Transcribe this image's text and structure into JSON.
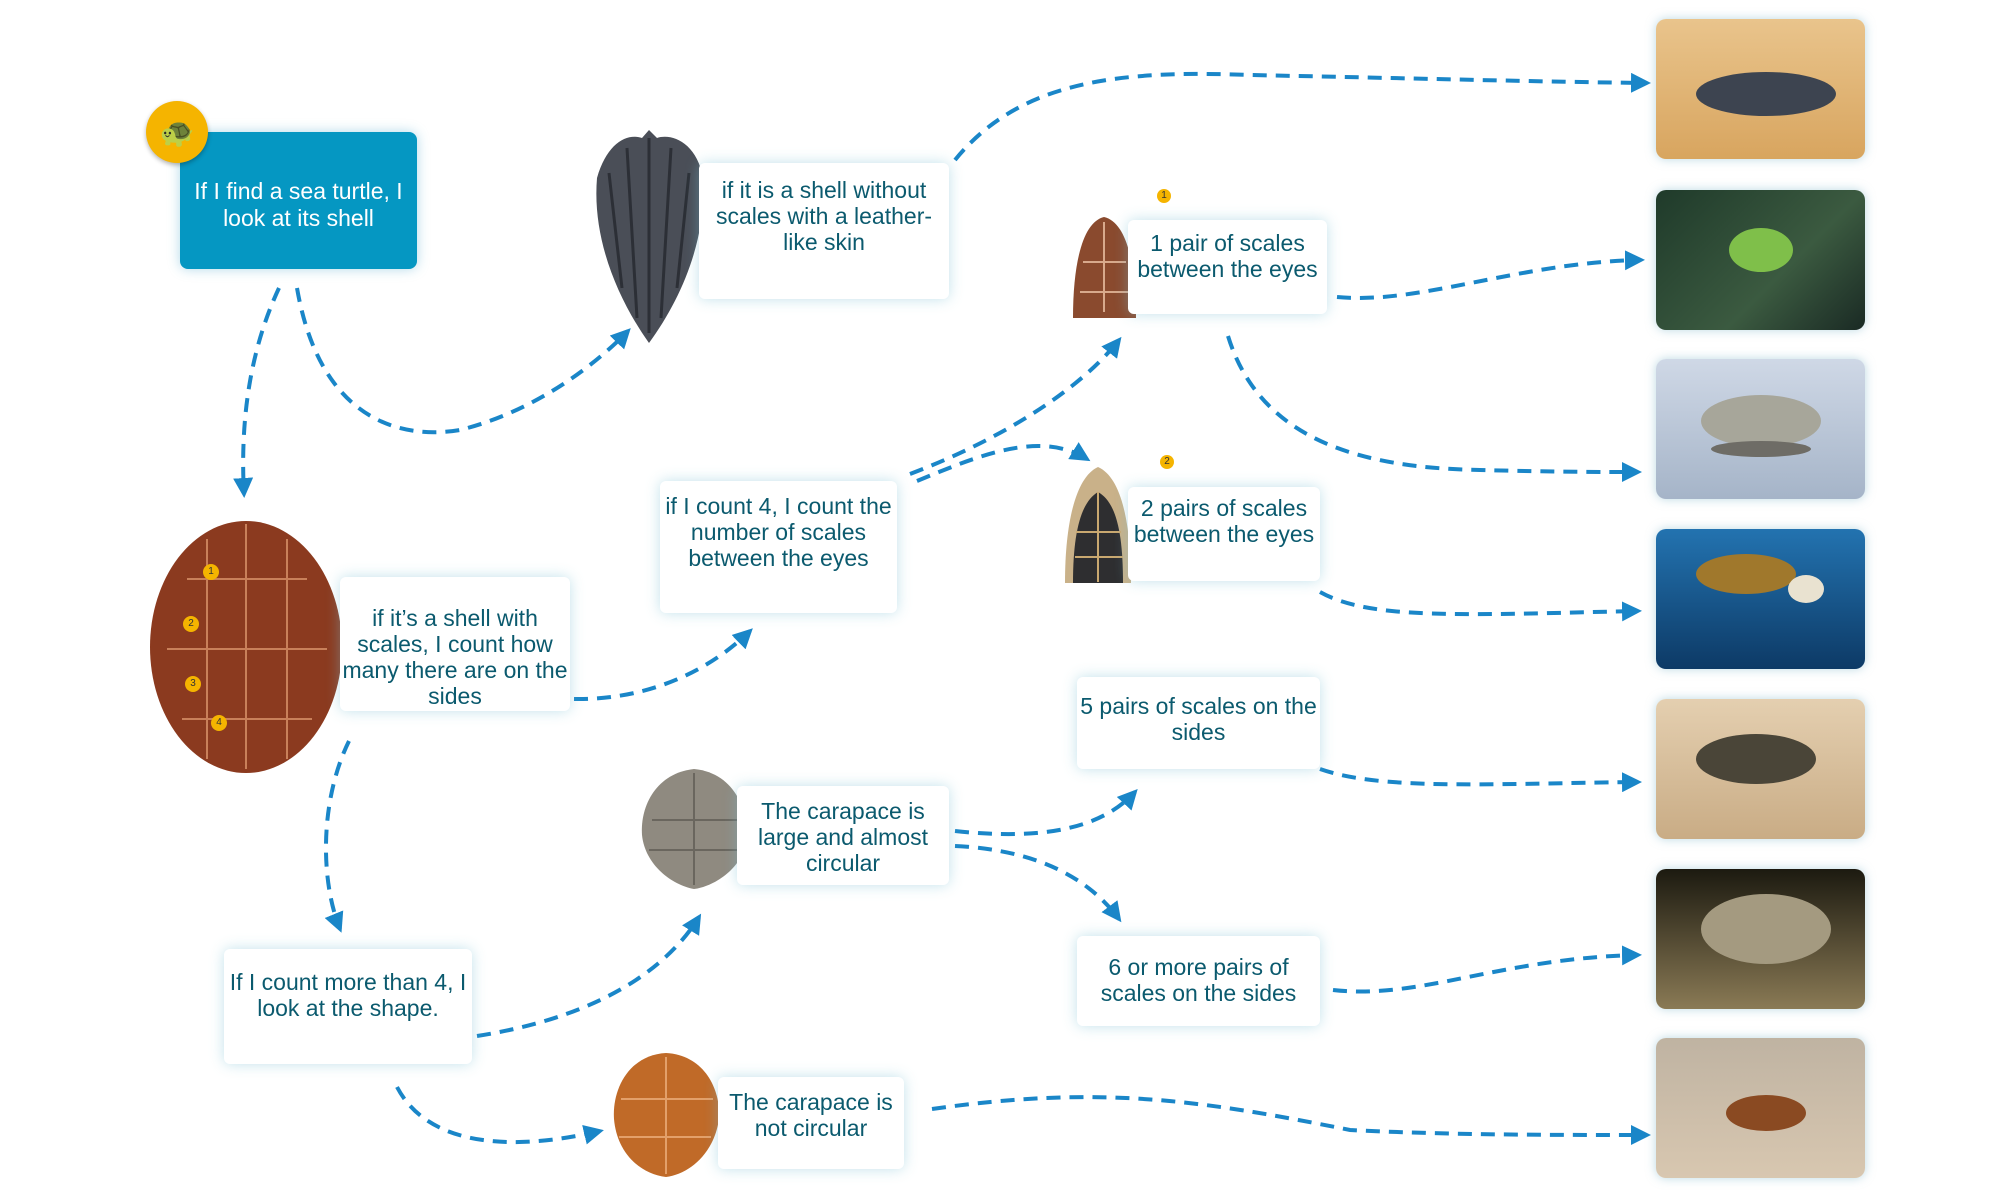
{
  "start": {
    "text": "If I find a sea turtle, I look at its shell",
    "icon": "turtle-icon"
  },
  "nodes": {
    "leather": "if it is a shell without scales with a leather-like skin",
    "scales": "if it’s a shell with scales, I count how many there are on the sides",
    "count4": "if I count 4, I count the number of scales between the eyes",
    "pair1": "1 pair of scales between the eyes",
    "pair2": "2 pairs of scales between the eyes",
    "more4": "If I count more than 4, I look at the shape.",
    "circular": "The carapace is large and almost circular",
    "notcircular": "The carapace is not circular",
    "five": "5 pairs of scales on the sides",
    "six": "6 or more pairs of scales on the sides"
  },
  "badges": [
    "1",
    "2",
    "3",
    "4"
  ],
  "colors": {
    "arrow": "#1a86c8",
    "primary": "#0597c2",
    "text": "#0b5a6e",
    "badge": "#f5b400"
  }
}
